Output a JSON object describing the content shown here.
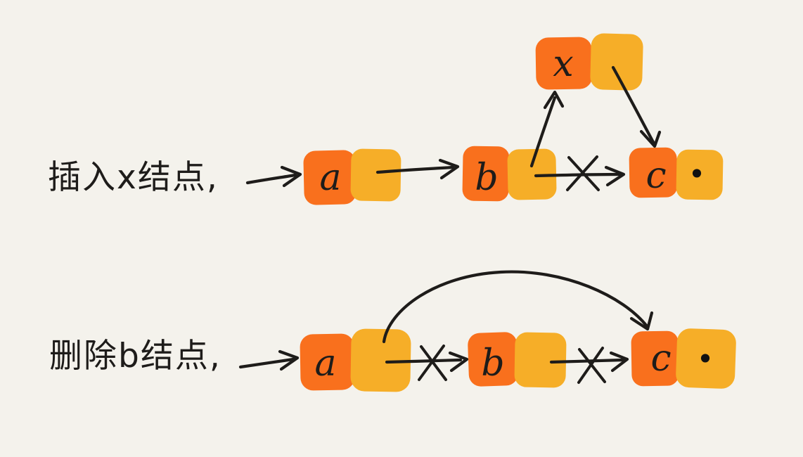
{
  "colors": {
    "background": "#F4F2EC",
    "data_cell": "#F9701D",
    "pointer_cell": "#F6AE28",
    "ink": "#1E1C1A"
  },
  "insert": {
    "label": "插入x结点,",
    "nodes": {
      "a": "a",
      "b": "b",
      "c": "c",
      "x": "x"
    },
    "null_symbol": "•"
  },
  "delete": {
    "label": "删除b结点,",
    "nodes": {
      "a": "a",
      "b": "b",
      "c": "c"
    },
    "null_symbol": "•"
  }
}
